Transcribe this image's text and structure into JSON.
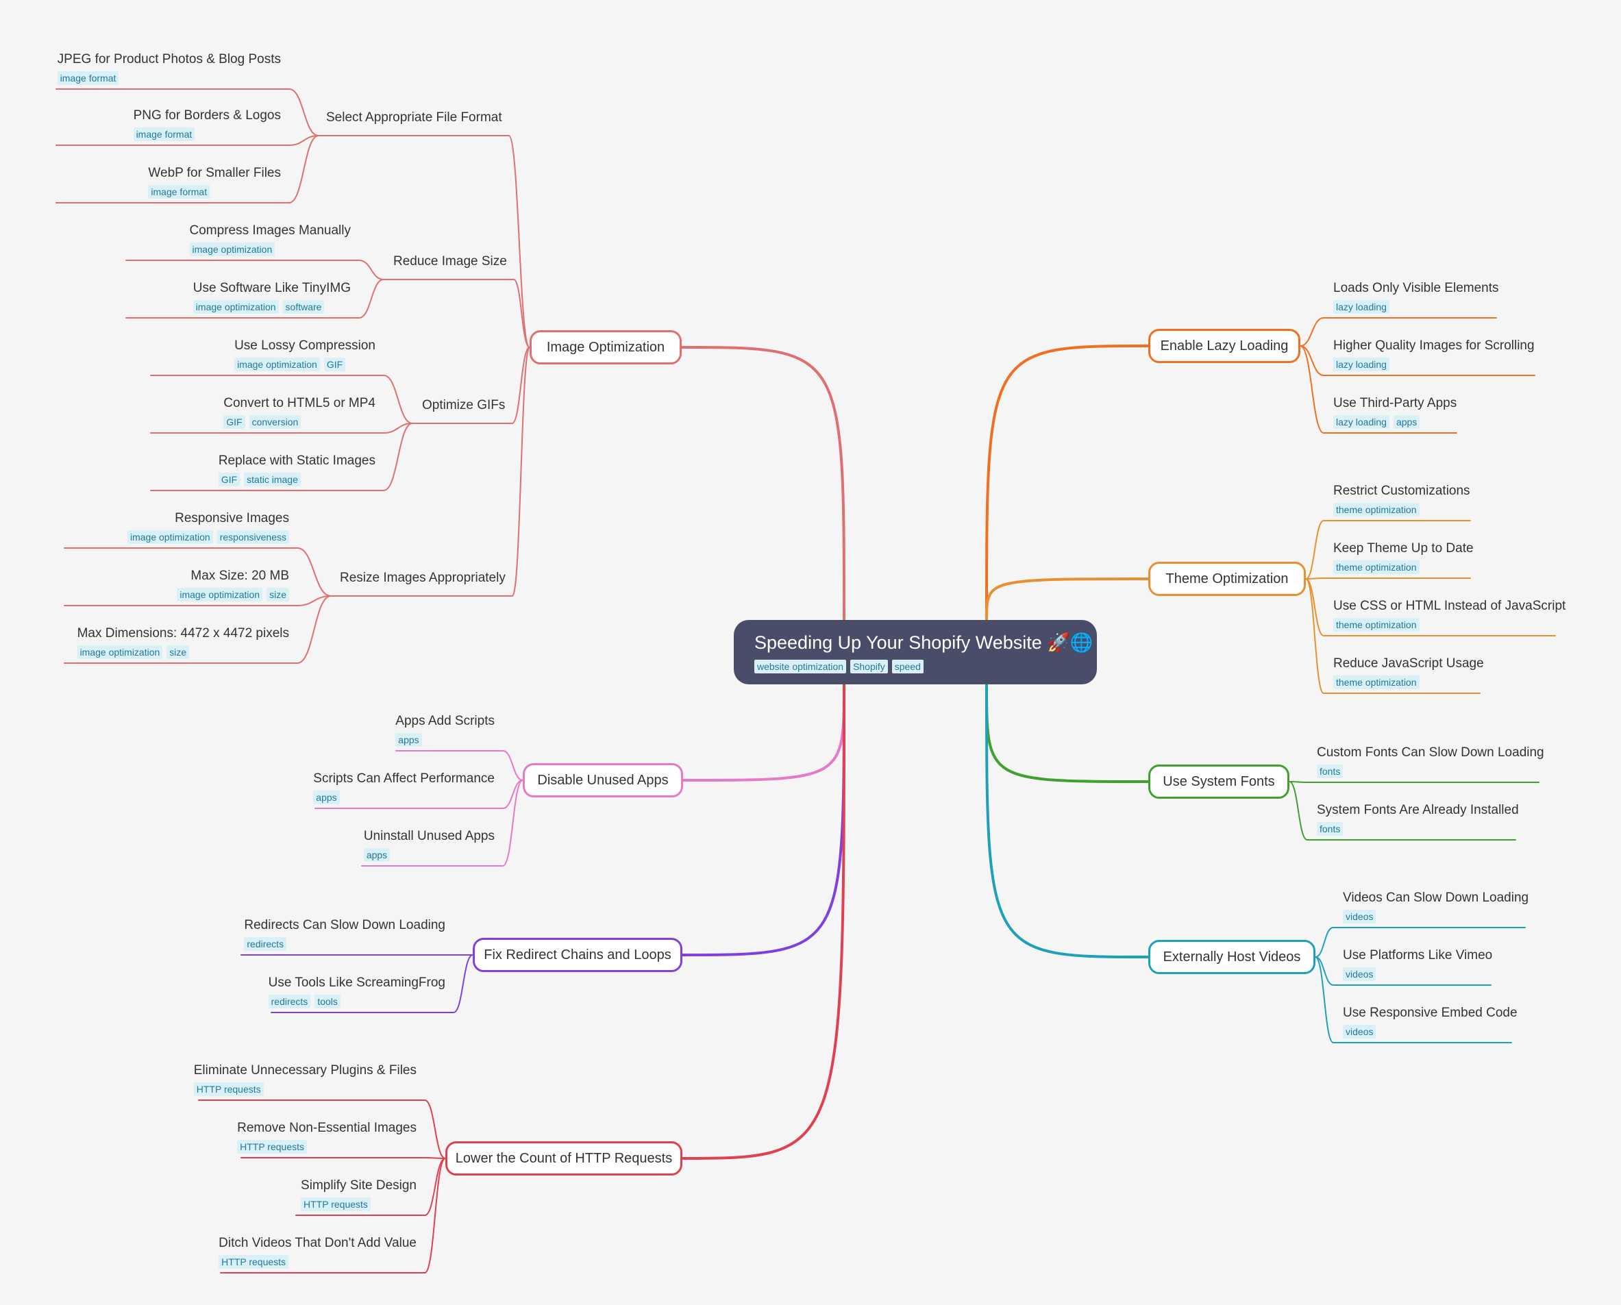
{
  "root": {
    "title": "Speeding Up Your Shopify Website 🚀🌐",
    "tags": [
      "website optimization",
      "Shopify",
      "speed"
    ]
  },
  "colors": {
    "image_optimization": "#e07070",
    "disable_apps": "#e878c8",
    "redirects": "#8040e0",
    "http_requests": "#e04050",
    "lazy_loading": "#f07020",
    "theme": "#e89030",
    "fonts": "#40a030",
    "videos": "#20a0b8"
  },
  "branches": {
    "image_optimization": {
      "label": "Image Optimization",
      "subtopics": {
        "file_format": {
          "label": "Select Appropriate File Format",
          "leaves": [
            {
              "text": "JPEG for Product Photos & Blog Posts",
              "tags": [
                "image format"
              ]
            },
            {
              "text": "PNG for Borders & Logos",
              "tags": [
                "image format"
              ]
            },
            {
              "text": "WebP for Smaller Files",
              "tags": [
                "image format"
              ]
            }
          ]
        },
        "reduce_size": {
          "label": "Reduce Image Size",
          "leaves": [
            {
              "text": "Compress Images Manually",
              "tags": [
                "image optimization"
              ]
            },
            {
              "text": "Use Software Like TinyIMG",
              "tags": [
                "image optimization",
                "software"
              ]
            }
          ]
        },
        "gifs": {
          "label": "Optimize GIFs",
          "leaves": [
            {
              "text": "Use Lossy Compression",
              "tags": [
                "image optimization",
                "GIF"
              ]
            },
            {
              "text": "Convert to HTML5 or MP4",
              "tags": [
                "GIF",
                "conversion"
              ]
            },
            {
              "text": "Replace with Static Images",
              "tags": [
                "GIF",
                "static image"
              ]
            }
          ]
        },
        "resize": {
          "label": "Resize Images Appropriately",
          "leaves": [
            {
              "text": "Responsive Images",
              "tags": [
                "image optimization",
                "responsiveness"
              ]
            },
            {
              "text": "Max Size: 20 MB",
              "tags": [
                "image optimization",
                "size"
              ]
            },
            {
              "text": "Max Dimensions: 4472 x 4472 pixels",
              "tags": [
                "image optimization",
                "size"
              ]
            }
          ]
        }
      }
    },
    "disable_apps": {
      "label": "Disable Unused Apps",
      "leaves": [
        {
          "text": "Apps Add Scripts",
          "tags": [
            "apps"
          ]
        },
        {
          "text": "Scripts Can Affect Performance",
          "tags": [
            "apps"
          ]
        },
        {
          "text": "Uninstall Unused Apps",
          "tags": [
            "apps"
          ]
        }
      ]
    },
    "redirects": {
      "label": "Fix Redirect Chains and Loops",
      "leaves": [
        {
          "text": "Redirects Can Slow Down Loading",
          "tags": [
            "redirects"
          ]
        },
        {
          "text": "Use Tools Like ScreamingFrog",
          "tags": [
            "redirects",
            "tools"
          ]
        }
      ]
    },
    "http_requests": {
      "label": "Lower the Count of HTTP Requests",
      "leaves": [
        {
          "text": "Eliminate Unnecessary Plugins & Files",
          "tags": [
            "HTTP requests"
          ]
        },
        {
          "text": "Remove Non-Essential Images",
          "tags": [
            "HTTP requests"
          ]
        },
        {
          "text": "Simplify Site Design",
          "tags": [
            "HTTP requests"
          ]
        },
        {
          "text": "Ditch Videos That Don't Add Value",
          "tags": [
            "HTTP requests"
          ]
        }
      ]
    },
    "lazy_loading": {
      "label": "Enable Lazy Loading",
      "leaves": [
        {
          "text": "Loads Only Visible Elements",
          "tags": [
            "lazy loading"
          ]
        },
        {
          "text": "Higher Quality Images for Scrolling",
          "tags": [
            "lazy loading"
          ]
        },
        {
          "text": "Use Third-Party Apps",
          "tags": [
            "lazy loading",
            "apps"
          ]
        }
      ]
    },
    "theme": {
      "label": "Theme Optimization",
      "leaves": [
        {
          "text": "Restrict Customizations",
          "tags": [
            "theme optimization"
          ]
        },
        {
          "text": "Keep Theme Up to Date",
          "tags": [
            "theme optimization"
          ]
        },
        {
          "text": "Use CSS or HTML Instead of JavaScript",
          "tags": [
            "theme optimization"
          ]
        },
        {
          "text": "Reduce JavaScript Usage",
          "tags": [
            "theme optimization"
          ]
        }
      ]
    },
    "fonts": {
      "label": "Use System Fonts",
      "leaves": [
        {
          "text": "Custom Fonts Can Slow Down Loading",
          "tags": [
            "fonts"
          ]
        },
        {
          "text": "System Fonts Are Already Installed",
          "tags": [
            "fonts"
          ]
        }
      ]
    },
    "videos": {
      "label": "Externally Host Videos",
      "leaves": [
        {
          "text": "Videos Can Slow Down Loading",
          "tags": [
            "videos"
          ]
        },
        {
          "text": "Use Platforms Like Vimeo",
          "tags": [
            "videos"
          ]
        },
        {
          "text": "Use Responsive Embed Code",
          "tags": [
            "videos"
          ]
        }
      ]
    }
  }
}
